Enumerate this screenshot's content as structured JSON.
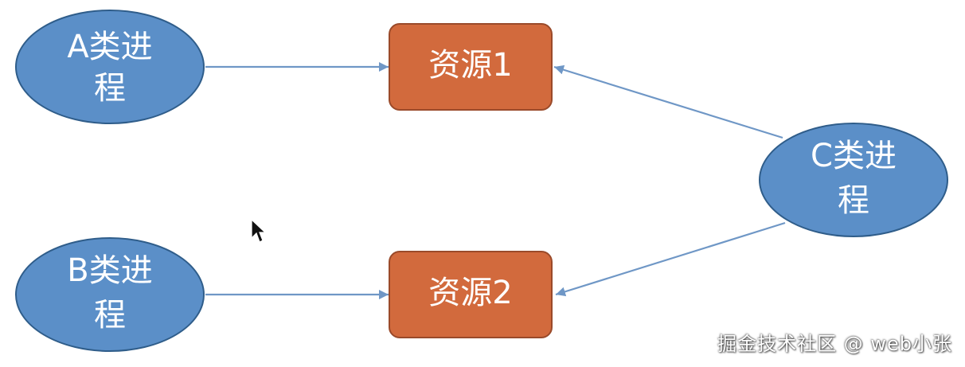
{
  "nodes": {
    "process_a": {
      "line1": "A类进",
      "line2": "程"
    },
    "process_b": {
      "line1": "B类进",
      "line2": "程"
    },
    "process_c": {
      "line1": "C类进",
      "line2": "程"
    },
    "resource_1": {
      "label": "资源1"
    },
    "resource_2": {
      "label": "资源2"
    }
  },
  "watermark": "掘金技术社区 @ web小张",
  "colors": {
    "process_fill": "#5b8fc8",
    "process_stroke": "#2f5d8a",
    "resource_fill": "#d26a3d",
    "resource_stroke": "#9a4a2a",
    "connector": "#6f97c6"
  },
  "icons": {
    "cursor": "mouse-pointer-icon"
  }
}
